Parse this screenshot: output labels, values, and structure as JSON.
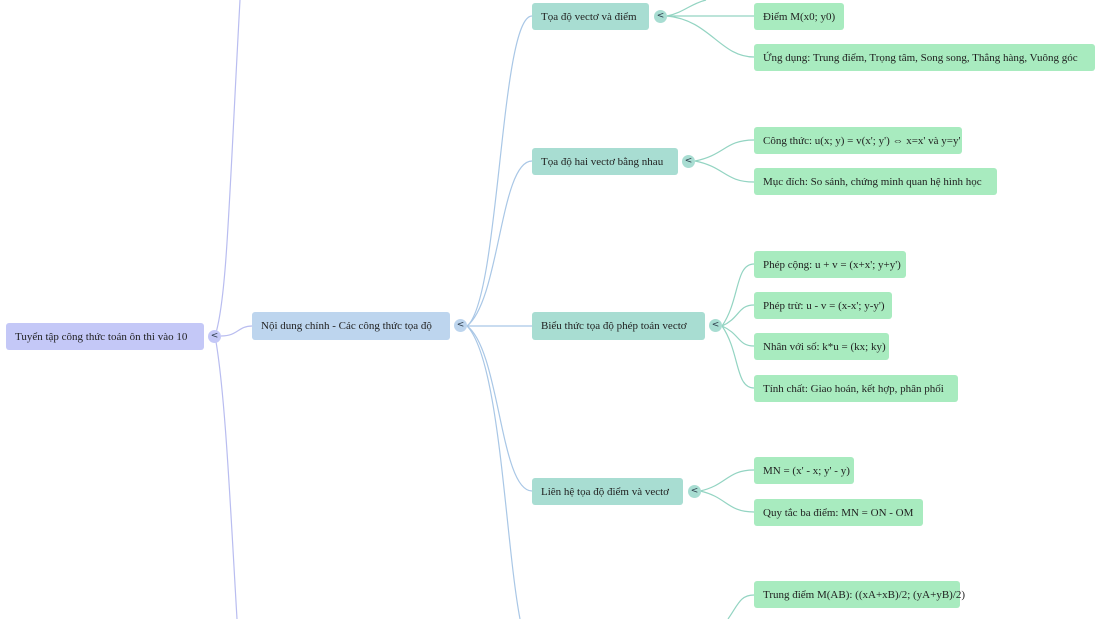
{
  "mindmap": {
    "root": {
      "label": "Tuyển tập công thức toán ôn thi vào 10"
    },
    "main_branch": {
      "label": "Nội dung chính - Các công thức tọa độ"
    },
    "topics": [
      {
        "label": "Tọa độ vectơ và điểm",
        "items": [
          {
            "label": "Điểm M(x0; y0)"
          },
          {
            "label": "Ứng dụng: Trung điểm, Trọng tâm, Song song, Thẳng hàng, Vuông góc"
          }
        ]
      },
      {
        "label": "Tọa độ hai vectơ bằng nhau",
        "items": [
          {
            "label": "Công thức: u(x; y) = v(x'; y') ⇔ x=x' và y=y'"
          },
          {
            "label": "Mục đích: So sánh, chứng minh quan hệ hình học"
          }
        ]
      },
      {
        "label": "Biểu thức tọa độ phép toán vectơ",
        "items": [
          {
            "label": "Phép cộng: u + v = (x+x'; y+y')"
          },
          {
            "label": "Phép trừ: u - v = (x-x'; y-y')"
          },
          {
            "label": "Nhân với số: k*u = (kx; ky)"
          },
          {
            "label": "Tính chất: Giao hoán, kết hợp, phân phối"
          }
        ]
      },
      {
        "label": "Liên hệ tọa độ điểm và vectơ",
        "items": [
          {
            "label": "MN = (x' - x; y' - y)"
          },
          {
            "label": "Quy tắc ba điểm: MN = ON - OM"
          }
        ]
      },
      {
        "label": "",
        "items": [
          {
            "label": "Trung điểm M(AB): ((xA+xB)/2; (yA+yB)/2)"
          }
        ]
      }
    ],
    "collapse_glyph": "<",
    "colors": {
      "root": "#c4c8f7",
      "level1": "#bdd5ee",
      "level2": "#a8ddd2",
      "level3": "#a8ebbf",
      "edge_root": "#b9bdf0",
      "edge_level1": "#a9c7e6",
      "edge_level2": "#93d4c2"
    }
  }
}
